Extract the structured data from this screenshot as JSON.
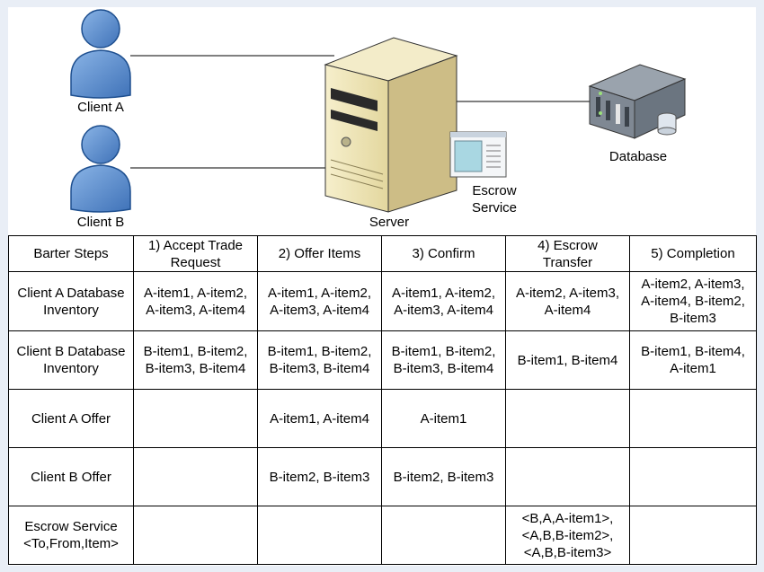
{
  "diagram": {
    "client_a": "Client A",
    "client_b": "Client B",
    "server": "Server",
    "escrow_service": "Escrow\nService",
    "database": "Database"
  },
  "table": {
    "columns": [
      "Barter Steps",
      "1) Accept Trade\nRequest",
      "2) Offer Items",
      "3) Confirm",
      "4) Escrow\nTransfer",
      "5) Completion"
    ],
    "rows": [
      [
        "Client A Database\nInventory",
        "A-item1, A-item2,\nA-item3, A-item4",
        "A-item1, A-item2,\nA-item3, A-item4",
        "A-item1, A-item2,\nA-item3, A-item4",
        "A-item2, A-item3,\nA-item4",
        "A-item2, A-item3,\nA-item4, B-item2,\nB-item3"
      ],
      [
        "Client B Database\nInventory",
        "B-item1, B-item2,\nB-item3, B-item4",
        "B-item1, B-item2,\nB-item3, B-item4",
        "B-item1, B-item2,\nB-item3, B-item4",
        "B-item1, B-item4",
        "B-item1, B-item4,\nA-item1"
      ],
      [
        "Client A Offer",
        "",
        "A-item1, A-item4",
        "A-item1",
        "",
        ""
      ],
      [
        "Client B Offer",
        "",
        "B-item2, B-item3",
        "B-item2, B-item3",
        "",
        ""
      ],
      [
        "Escrow Service\n<To,From,Item>",
        "",
        "",
        "",
        "<B,A,A-item1>,\n<A,B,B-item2>,\n<A,B,B-item3>",
        ""
      ]
    ]
  },
  "colors": {
    "person_fill": "#5b8fd0",
    "person_stroke": "#1e4f8f",
    "server_body": "#efe6b8",
    "server_side": "#cfc08a",
    "rack_dark": "#5b6470"
  }
}
